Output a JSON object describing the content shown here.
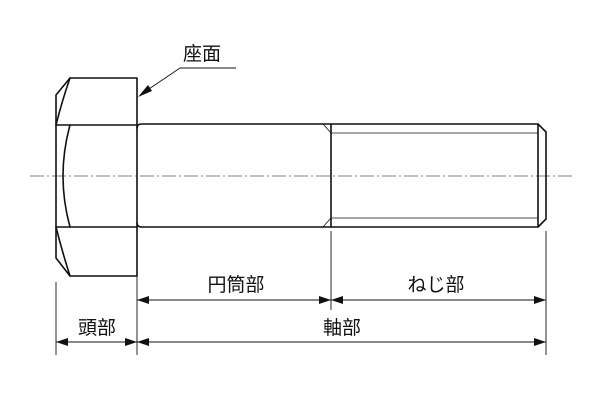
{
  "labels": {
    "seat_surface": "座面",
    "cylinder_part": "円筒部",
    "thread_part": "ねじ部",
    "head_part": "頭部",
    "shaft_part": "軸部"
  }
}
